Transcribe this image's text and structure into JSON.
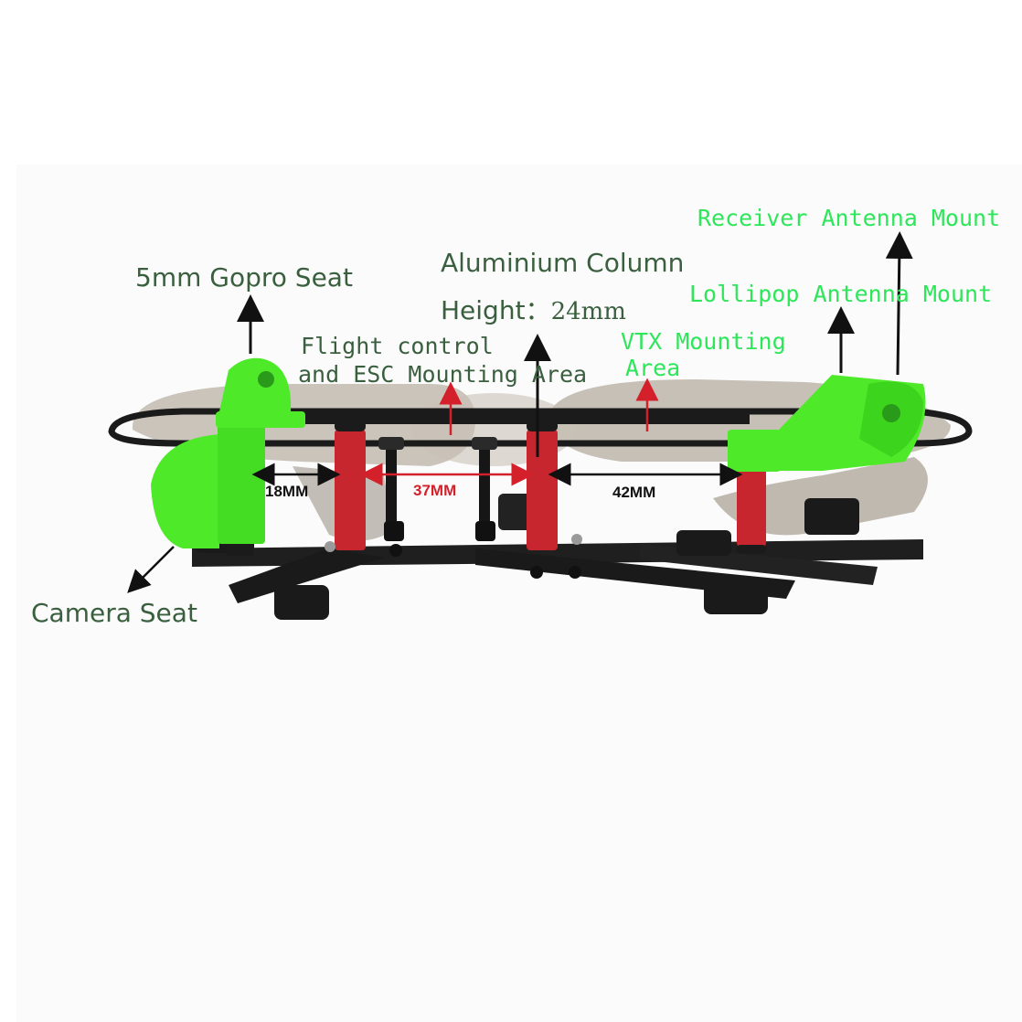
{
  "colors": {
    "label_dark_green": "#3a5f3e",
    "label_bright_green": "#2ee65a",
    "part_green": "#4eea2a",
    "standoff_red": "#c8262e",
    "dimension_red": "#d4202a",
    "carbon_black": "#1b1b1b"
  },
  "labels": {
    "gopro_seat": "5mm Gopro Seat",
    "aluminium_column": "Aluminium Column",
    "height_prefix": "Height：",
    "height_value": "24mm",
    "flight_control_line1": "Flight control",
    "flight_control_line2": "and ESC Mounting Area",
    "vtx_line1": "VTX Mounting",
    "vtx_line2": "Area",
    "receiver_antenna": "Receiver Antenna Mount",
    "lollipop_antenna": "Lollipop Antenna Mount",
    "camera_seat": "Camera Seat"
  },
  "dimensions": {
    "d18": "18MM",
    "d37": "37MM",
    "d42": "42MM"
  }
}
